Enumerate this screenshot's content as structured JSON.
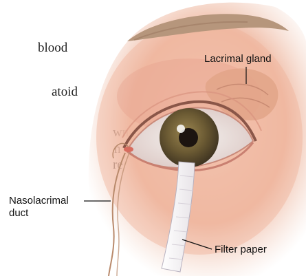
{
  "partial_text": [
    "blood",
    "",
    "atoid",
    "",
    "wn",
    "n",
    "re"
  ],
  "labels": {
    "lacrimal_gland": "Lacrimal gland",
    "nasolacrimal_duct_line1": "Nasolacrimal",
    "nasolacrimal_duct_line2": "duct",
    "filter_paper": "Filter paper"
  },
  "colors": {
    "skin": "#f2c2ab",
    "skin_dark": "#dd8f7c",
    "iris": "#6b5a33",
    "pupil": "#1c1410",
    "eyebrow": "#b6967c",
    "gland": "#e2a488",
    "label_line": "#111111"
  }
}
